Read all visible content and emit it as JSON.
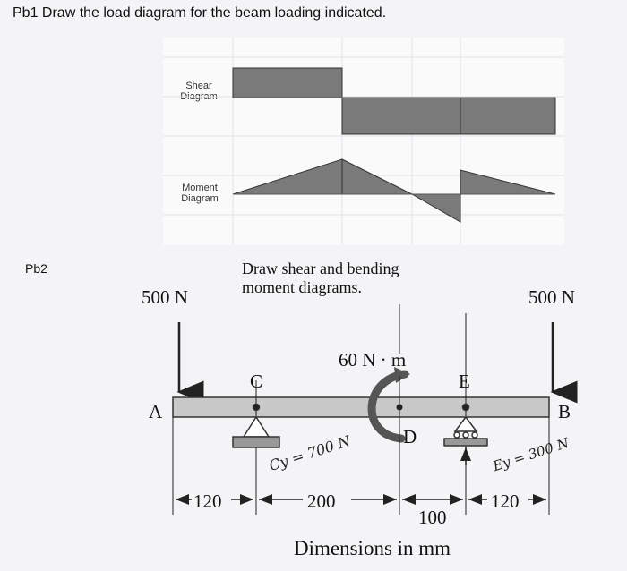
{
  "pb1": {
    "title": "Pb1 Draw the load diagram for the beam loading indicated.",
    "shear_label_line1": "Shear",
    "shear_label_line2": "Diagram",
    "moment_label_line1": "Moment",
    "moment_label_line2": "Diagram"
  },
  "pb2": {
    "label": "Pb2",
    "instruction_line1": "Draw shear and bending",
    "instruction_line2": "moment diagrams.",
    "load_left": "500 N",
    "load_right": "500 N",
    "moment_load": "60 N · m",
    "point_a": "A",
    "point_b": "B",
    "point_c": "C",
    "point_d": "D",
    "point_e": "E",
    "dim_1": "120",
    "dim_2": "200",
    "dim_3": "100",
    "dim_4": "120",
    "dimensions_note": "Dimensions in mm",
    "handwritten_cy": "Cy = 700 N",
    "handwritten_ey": "Ey = 300 N"
  },
  "colors": {
    "diagram_fill": "#7a7a7a",
    "beam_fill": "#c8c8c8"
  }
}
